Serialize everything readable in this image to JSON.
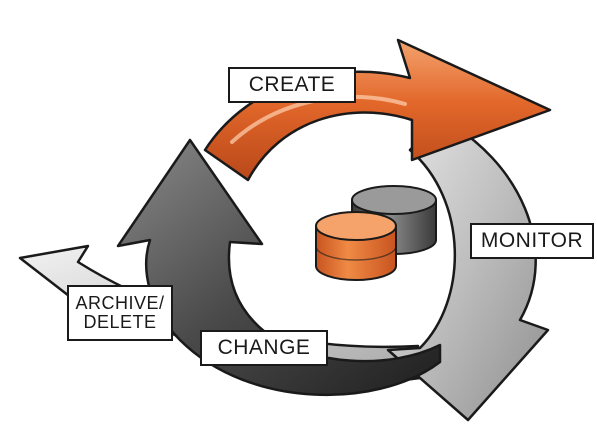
{
  "diagram": {
    "stages": {
      "create": "CREATE",
      "monitor": "MONITOR",
      "change": "CHANGE",
      "archive_line1": "ARCHIVE/",
      "archive_line2": "DELETE"
    },
    "colors": {
      "create_arrow": "#e2672a",
      "monitor_arrow": "#b8b8b8",
      "change_arrow": "#4a4a4a",
      "archive_arrow": "#c8c8c8",
      "db_orange": "#e2672a",
      "db_gray": "#5a5a5a",
      "outline": "#1a1a1a"
    },
    "icons": {
      "center": "database-icon"
    }
  }
}
